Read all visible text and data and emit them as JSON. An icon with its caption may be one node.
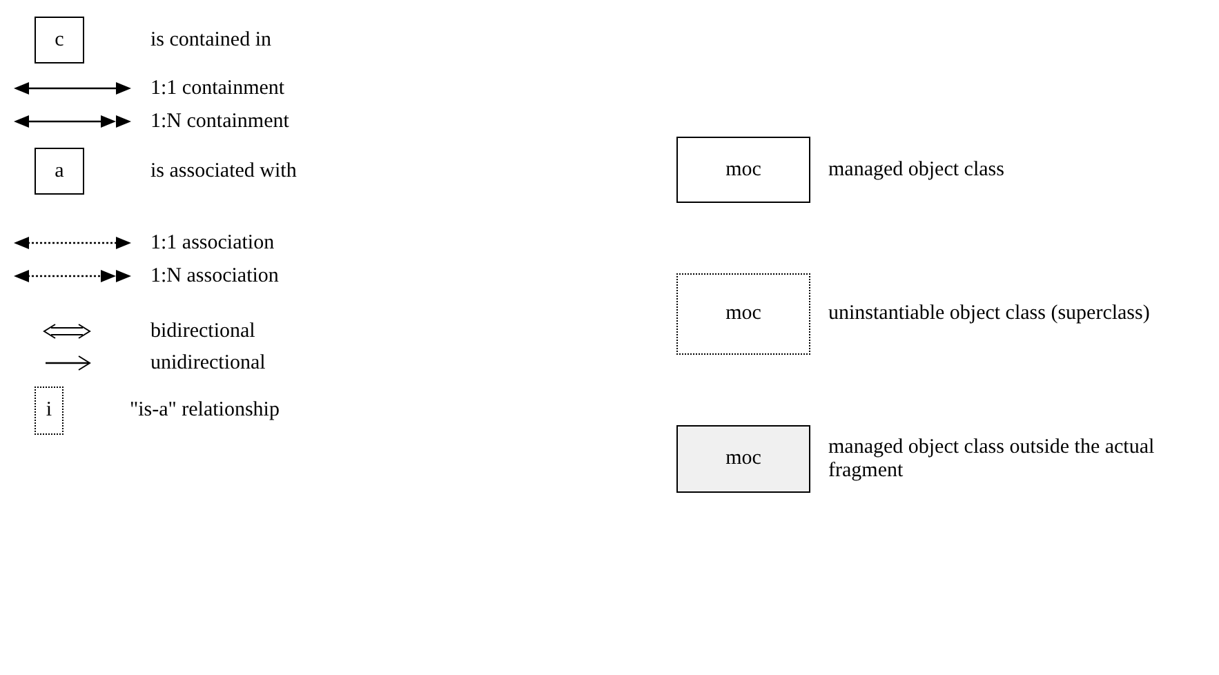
{
  "diagram": {
    "nodes": [
      {
        "text": [
          "c"
        ],
        "beside": [
          "is contained in"
        ]
      },
      {
        "text": [
          "a"
        ],
        "beside": [
          "is associated with"
        ]
      },
      {
        "text": [
          "i"
        ],
        "beside": [
          "\"is-a\" relationship"
        ]
      },
      {
        "text": [
          "moc"
        ],
        "beside": [
          "managed object class"
        ]
      },
      {
        "text": [
          "moc"
        ],
        "beside": [
          "uninstantiable object class (superclass)"
        ]
      },
      {
        "text": [
          "moc"
        ],
        "beside": [
          "managed object class outside the actual fragment"
        ]
      }
    ],
    "legend": [
      {
        "text": "1:1 containment"
      },
      {
        "text": "1:N containment"
      },
      {
        "text": "1:1 association"
      },
      {
        "text": "1:N association"
      },
      {
        "text": "bidirectional"
      },
      {
        "text": "unidirectional"
      }
    ]
  }
}
